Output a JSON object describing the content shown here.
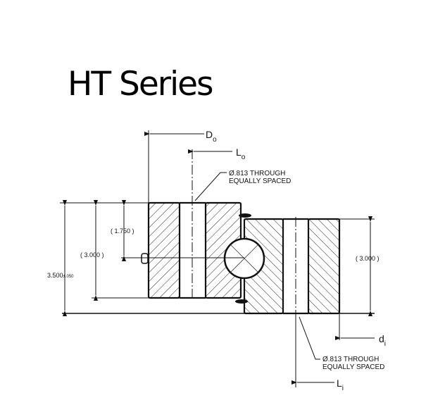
{
  "title": "HT Series",
  "labels": {
    "do_main": "D",
    "do_sub": "o",
    "lo_main": "L",
    "lo_sub": "o",
    "di_main": "d",
    "di_sub": "i",
    "li_main": "L",
    "li_sub": "i",
    "hole_top_line1": "Ø.813 THROUGH",
    "hole_top_line2": "EQUALLY SPACED",
    "hole_bottom_line1": "Ø.813 THROUGH",
    "hole_bottom_line2": "EQUALLY SPACED",
    "dim_1750": "( 1.750 )",
    "dim_3000_left": "( 3.000 )",
    "dim_3000_right": "( 3.000 )",
    "dim_3500": "3.500",
    "dim_3500_tol": "±.050"
  }
}
